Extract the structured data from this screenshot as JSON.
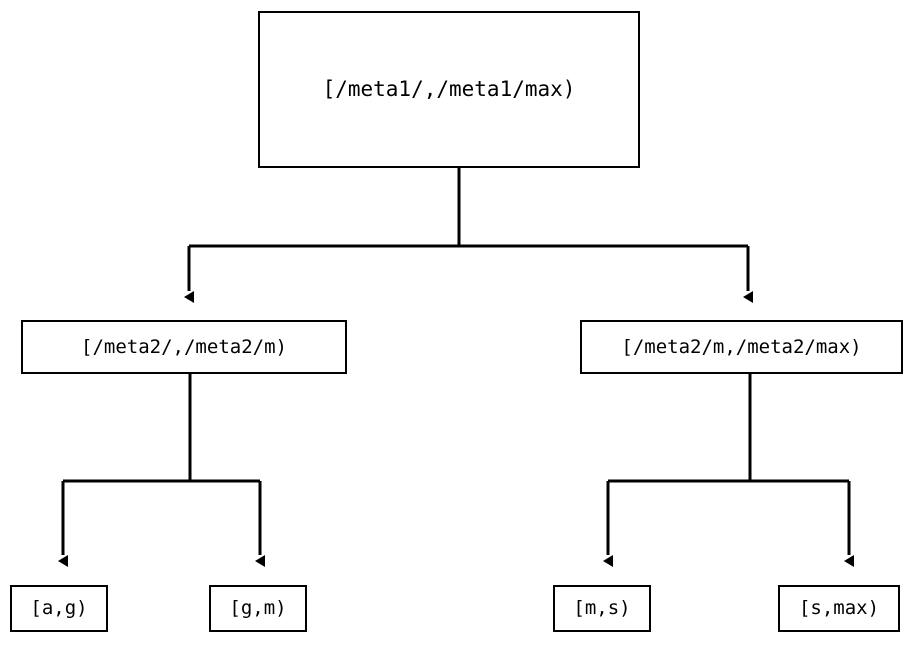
{
  "diagram": {
    "type": "tree",
    "title": "",
    "background_color": "#ffffff",
    "line_color": "#000000",
    "text_color": "#000000",
    "nodes": {
      "root": {
        "label": "[/meta1/,/meta1/max)"
      },
      "left_mid": {
        "label": "[/meta2/,/meta2/m)"
      },
      "right_mid": {
        "label": "[/meta2/m,/meta2/max)"
      },
      "leaf_1": {
        "label": "[a,g)"
      },
      "leaf_2": {
        "label": "[g,m)"
      },
      "leaf_3": {
        "label": "[m,s)"
      },
      "leaf_4": {
        "label": "[s,max)"
      }
    },
    "edges": [
      {
        "from": "root",
        "to": "left_mid",
        "arrow": "filled-triangle"
      },
      {
        "from": "root",
        "to": "right_mid",
        "arrow": "filled-triangle"
      },
      {
        "from": "left_mid",
        "to": "leaf_1",
        "arrow": "filled-triangle"
      },
      {
        "from": "left_mid",
        "to": "leaf_2",
        "arrow": "filled-triangle"
      },
      {
        "from": "right_mid",
        "to": "leaf_3",
        "arrow": "filled-triangle"
      },
      {
        "from": "right_mid",
        "to": "leaf_4",
        "arrow": "filled-triangle"
      }
    ]
  }
}
